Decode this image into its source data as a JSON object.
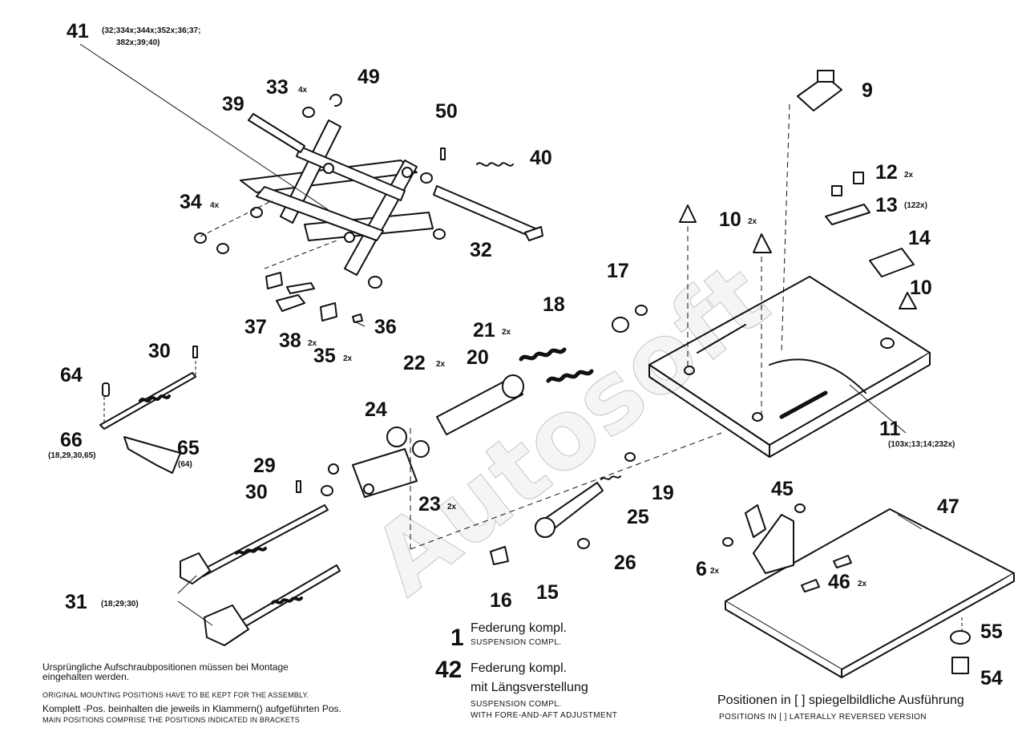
{
  "labels": {
    "p41": "41",
    "p41_sub1": "(32;334x;344x;352x;36;37;",
    "p41_sub2": "382x;39;40)",
    "p49": "49",
    "p33": "33",
    "p33_q": "4x",
    "p39": "39",
    "p50": "50",
    "p40": "40",
    "p9": "9",
    "p12": "12",
    "p12_q": "2x",
    "p13": "13",
    "p13_sub": "(122x)",
    "p34": "34",
    "p34_q": "4x",
    "p10a": "10",
    "p10a_q": "2x",
    "p32": "32",
    "p14": "14",
    "p17": "17",
    "p10b": "10",
    "p18": "18",
    "p37": "37",
    "p38": "38",
    "p38_q": "2x",
    "p36": "36",
    "p35": "35",
    "p35_q": "2x",
    "p21": "21",
    "p21_q": "2x",
    "p30a": "30",
    "p22": "22",
    "p22_q": "2x",
    "p20": "20",
    "p64": "64",
    "p24": "24",
    "p11": "11",
    "p11_sub": "(103x;13;14;232x)",
    "p66": "66",
    "p66_sub": "(18,29,30,65)",
    "p65": "65",
    "p65_sub": "(64)",
    "p29": "29",
    "p30b": "30",
    "p19": "19",
    "p23": "23",
    "p23_q": "2x",
    "p25": "25",
    "p45": "45",
    "p47": "47",
    "p26": "26",
    "p6": "6",
    "p6_q": "2x",
    "p46": "46",
    "p46_q": "2x",
    "p16": "16",
    "p15": "15",
    "p31": "31",
    "p31_sub": "(18;29;30)",
    "p55": "55",
    "p54": "54"
  },
  "notes": {
    "de_line1": "Ursprüngliche Aufschraubpositionen müssen bei Montage",
    "de_line2": "eingehalten werden.",
    "en_line1": "ORIGINAL MOUNTING POSITIONS HAVE TO BE KEPT FOR THE ASSEMBLY.",
    "de_line3": "Komplett -Pos. beinhalten die jeweils in Klammern() aufgeführten Pos.",
    "en_line2": "MAIN POSITIONS COMPRISE THE POSITIONS INDICATED IN BRACKETS"
  },
  "legend": {
    "item1_num": "1",
    "item1_de": "Federung kompl.",
    "item1_en": "SUSPENSION COMPL.",
    "item42_num": "42",
    "item42_de1": "Federung kompl.",
    "item42_de2": "mit Längsverstellung",
    "item42_en1": "SUSPENSION COMPL.",
    "item42_en2": "WITH FORE-AND-AFT ADJUSTMENT",
    "mirror_de": "Positionen in [ ] spiegelbildliche Ausführung",
    "mirror_en": "POSITIONS IN [ ] LATERALLY REVERSED VERSION"
  },
  "watermark": "Autosoft",
  "colors": {
    "ink": "#111111",
    "paper": "#ffffff"
  }
}
